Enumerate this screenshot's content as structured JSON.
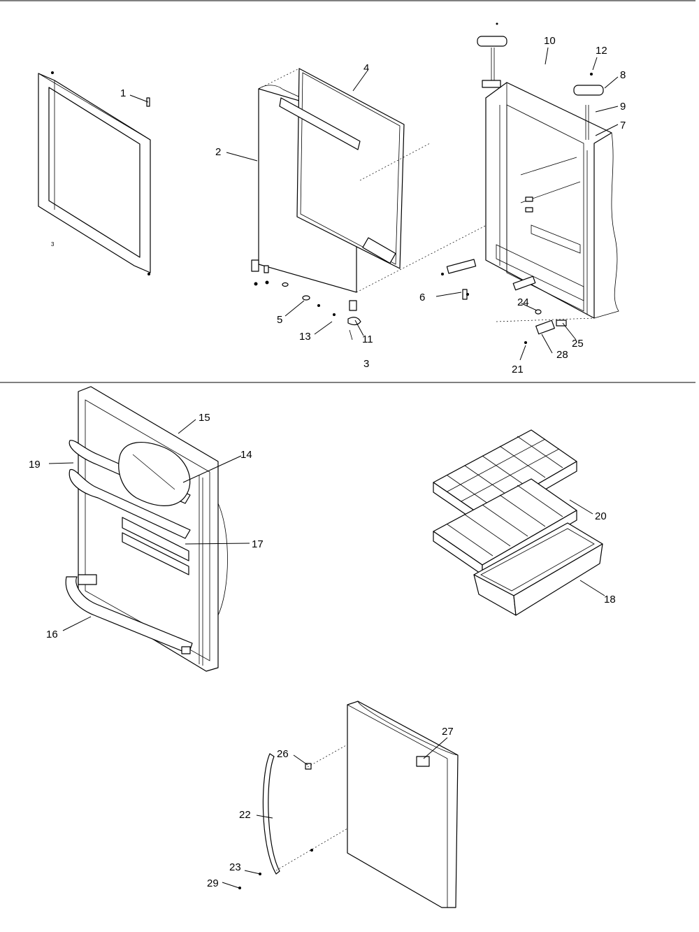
{
  "diagram": {
    "callouts": [
      {
        "id": "c1",
        "label": "1"
      },
      {
        "id": "c2",
        "label": "2"
      },
      {
        "id": "c3a",
        "label": "3"
      },
      {
        "id": "c3b",
        "label": "3"
      },
      {
        "id": "c4",
        "label": "4"
      },
      {
        "id": "c5",
        "label": "5"
      },
      {
        "id": "c6",
        "label": "6"
      },
      {
        "id": "c7",
        "label": "7"
      },
      {
        "id": "c8",
        "label": "8"
      },
      {
        "id": "c9",
        "label": "9"
      },
      {
        "id": "c10",
        "label": "10"
      },
      {
        "id": "c11",
        "label": "11"
      },
      {
        "id": "c12",
        "label": "12"
      },
      {
        "id": "c13",
        "label": "13"
      },
      {
        "id": "c14",
        "label": "14"
      },
      {
        "id": "c15",
        "label": "15"
      },
      {
        "id": "c16",
        "label": "16"
      },
      {
        "id": "c17",
        "label": "17"
      },
      {
        "id": "c18",
        "label": "18"
      },
      {
        "id": "c19",
        "label": "19"
      },
      {
        "id": "c20",
        "label": "20"
      },
      {
        "id": "c21",
        "label": "21"
      },
      {
        "id": "c22",
        "label": "22"
      },
      {
        "id": "c23",
        "label": "23"
      },
      {
        "id": "c24",
        "label": "24"
      },
      {
        "id": "c25",
        "label": "25"
      },
      {
        "id": "c26",
        "label": "26"
      },
      {
        "id": "c27",
        "label": "27"
      },
      {
        "id": "c28",
        "label": "28"
      },
      {
        "id": "c29",
        "label": "29"
      }
    ]
  }
}
